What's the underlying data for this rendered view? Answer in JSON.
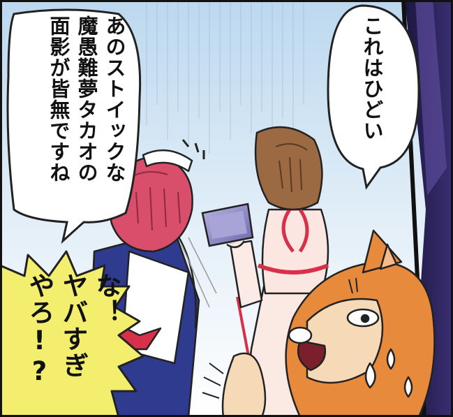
{
  "panel": {
    "speech_right": {
      "lines": [
        "これはひどい"
      ]
    },
    "speech_left": {
      "lines": [
        "あのストイックな",
        "魔愚難夢タカオの",
        "面影が皆無ですね"
      ]
    },
    "shout": {
      "lines": [
        "な！",
        "ヤバすぎ",
        "やろ!?"
      ]
    },
    "colors": {
      "shout_fill": "#f4ee6e",
      "sky": "#cfe4f5",
      "maid_hair": "#d94f6b",
      "girl_hair": "#9b6a43",
      "dog_fur": "#e88a3c",
      "tablet": "#8b86c5",
      "ribbon": "#d8304a"
    }
  }
}
